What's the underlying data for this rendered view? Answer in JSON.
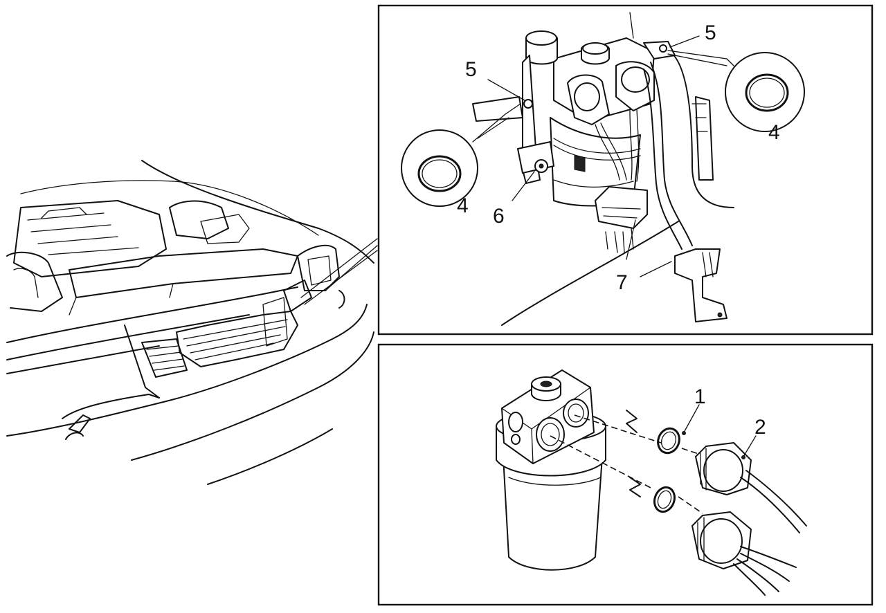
{
  "figure": {
    "callouts": {
      "top": [
        "5",
        "5",
        "4",
        "4",
        "6",
        "7"
      ],
      "bottom": [
        "1",
        "2"
      ]
    }
  }
}
